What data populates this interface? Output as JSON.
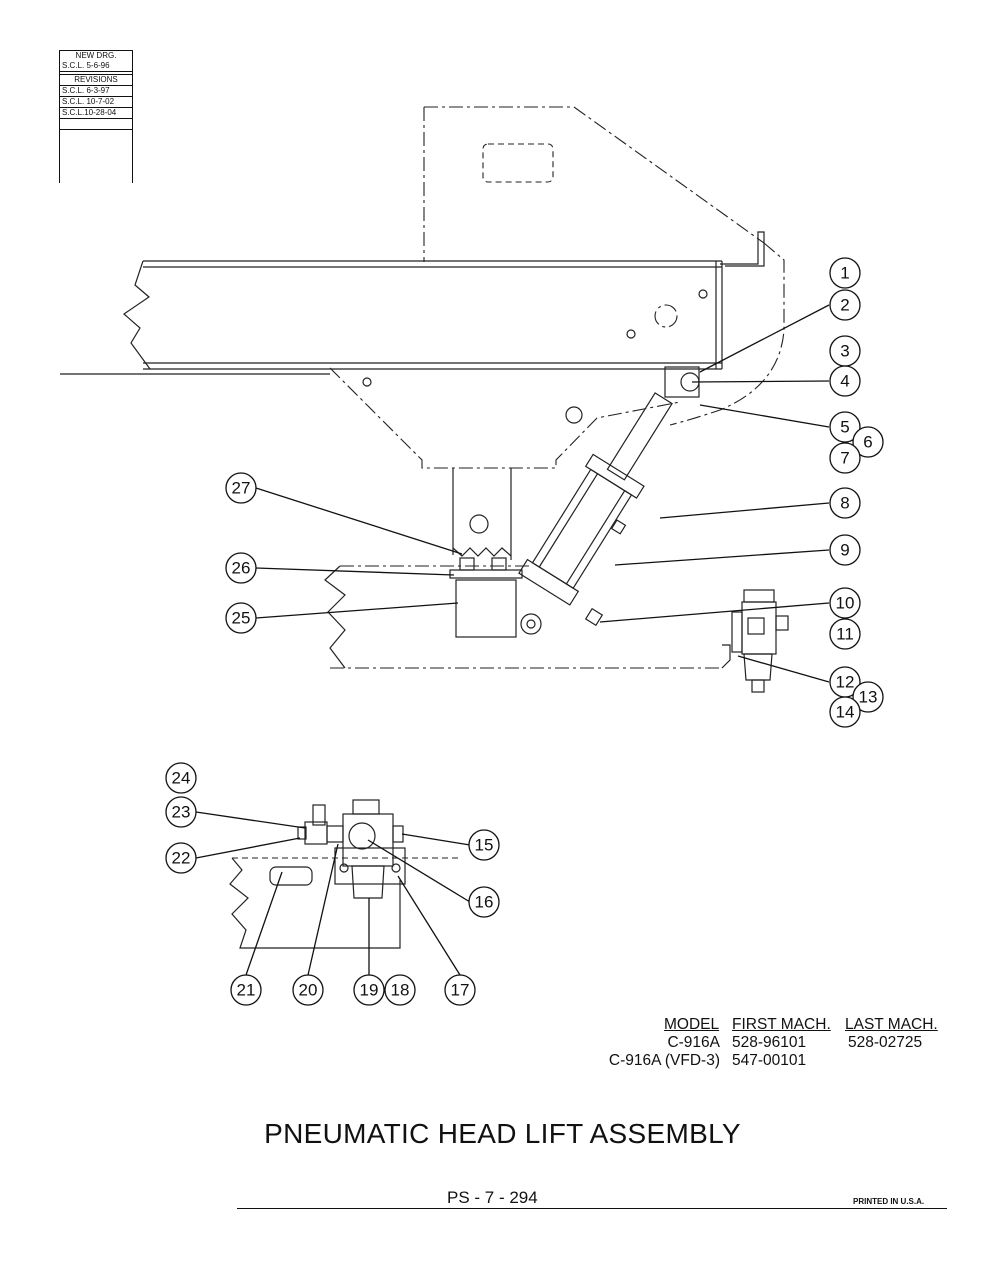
{
  "revision_block": {
    "new_drawing_label": "NEW DRG.",
    "new_drawing_entry": "S.C.L.  5-6-96",
    "revisions_label": "REVISIONS",
    "revisions": [
      "S.C.L.  6-3-97",
      "S.C.L. 10-7-02",
      "S.C.L.10-28-04"
    ]
  },
  "callouts": [
    "1",
    "2",
    "3",
    "4",
    "5",
    "6",
    "7",
    "8",
    "9",
    "10",
    "11",
    "12",
    "13",
    "14",
    "15",
    "16",
    "17",
    "18",
    "19",
    "20",
    "21",
    "22",
    "23",
    "24",
    "25",
    "26",
    "27"
  ],
  "model_table": {
    "headers": {
      "model": "MODEL",
      "first": "FIRST MACH.",
      "last": "LAST MACH."
    },
    "rows": [
      {
        "model": "C-916A",
        "first": "528-96101",
        "last": "528-02725"
      },
      {
        "model": "C-916A (VFD-3)",
        "first": "547-00101",
        "last": ""
      }
    ]
  },
  "title": "PNEUMATIC HEAD LIFT ASSEMBLY",
  "page_number": "PS - 7 - 294",
  "printed_note": "PRINTED IN U.S.A."
}
